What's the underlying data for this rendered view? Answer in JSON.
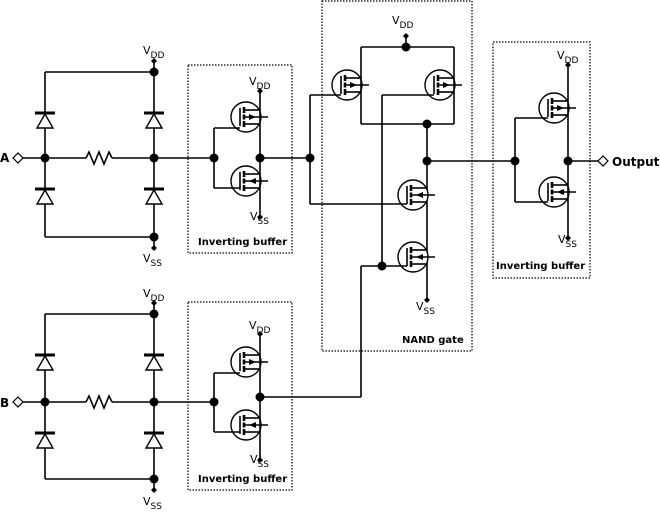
{
  "diagram": {
    "title": "CMOS input protection and NAND gate schematic",
    "inputs": [
      {
        "id": "A",
        "label": "A"
      },
      {
        "id": "B",
        "label": "B"
      }
    ],
    "output": {
      "label": "Output"
    },
    "supply": {
      "vdd_main": "V",
      "vdd_sub": "DD",
      "vss_main": "V",
      "vss_sub": "SS"
    },
    "blocks": {
      "buffer_a": {
        "label": "Inverting buffer"
      },
      "buffer_b": {
        "label": "Inverting buffer"
      },
      "nand": {
        "label": "NAND gate"
      },
      "buffer_out": {
        "label": "Inverting buffer"
      }
    },
    "components": [
      "input-protection-diodes-A",
      "series-resistor-A",
      "input-protection-diodes-B",
      "series-resistor-B",
      "pmos-transistor",
      "nmos-transistor"
    ]
  }
}
